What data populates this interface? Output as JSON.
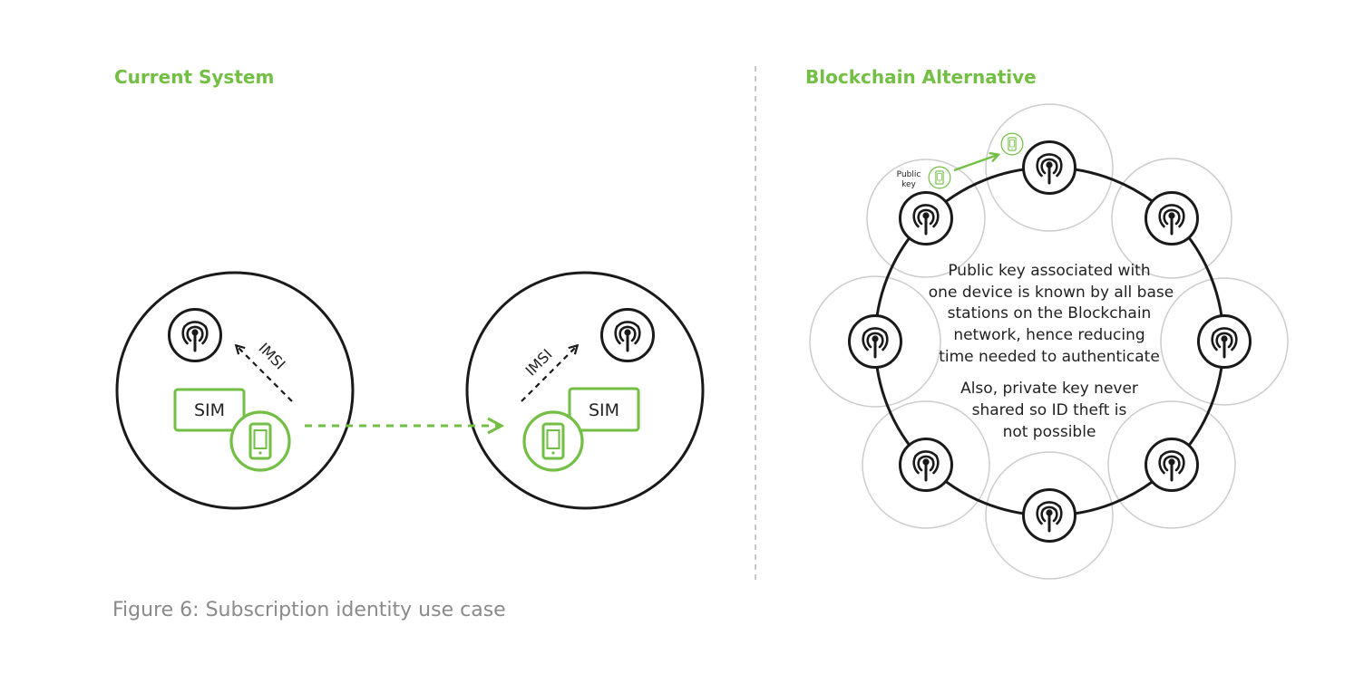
{
  "left_panel": {
    "title": "Current System",
    "sim_label_1": "SIM",
    "sim_label_2": "SIM",
    "imsi_label_1": "IMSI",
    "imsi_label_2": "IMSI"
  },
  "right_panel": {
    "title": "Blockchain Alternative",
    "public_key_label_line1": "Public",
    "public_key_label_line2": "key",
    "description_lines": [
      "Public key associated with",
      "one device is known by all base",
      "stations on the Blockchain",
      "network, hence reducing",
      "time needed to authenticate"
    ],
    "note_lines": [
      "Also, private key never",
      "shared so ID theft is",
      "not possible"
    ]
  },
  "caption": "Figure 6: Subscription identity use case",
  "colors": {
    "accent_green": "#72bf44",
    "stroke_dark": "#1a1a1a",
    "ring_gray": "#cccccc",
    "divider_gray": "#b5b5b5",
    "caption_gray": "#8a8a8a"
  },
  "icons": {
    "tower": "antenna-tower-icon",
    "phone": "mobile-phone-icon"
  }
}
